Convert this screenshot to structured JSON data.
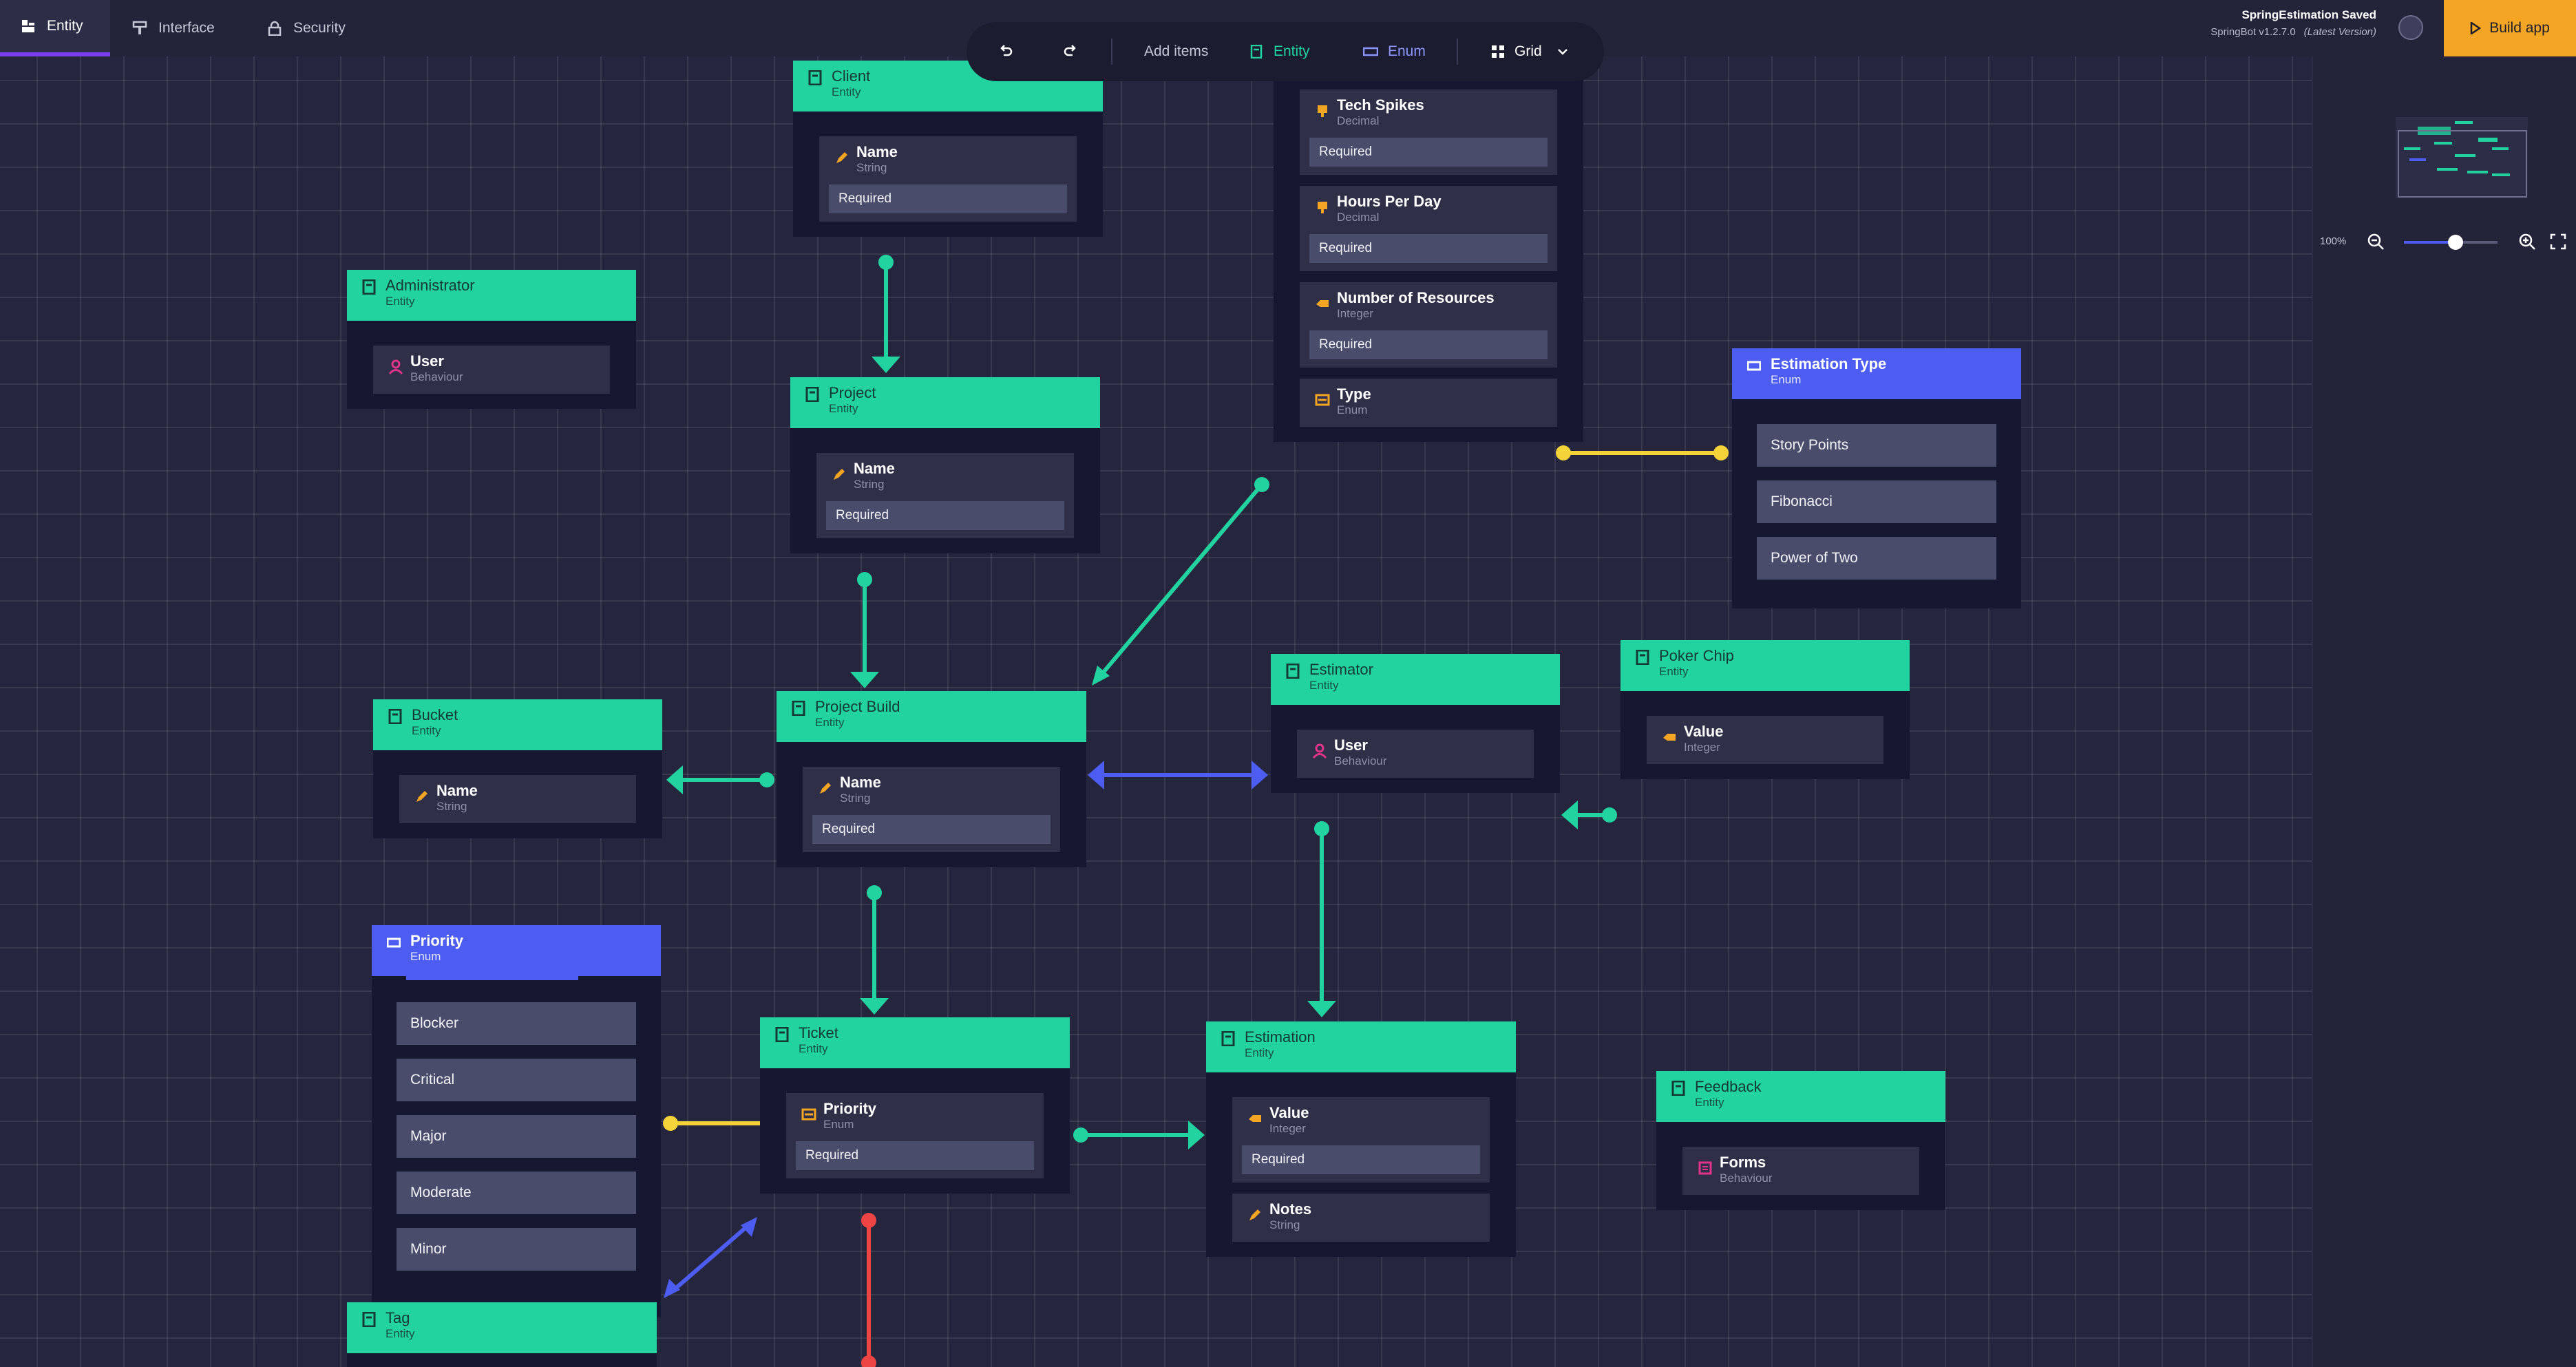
{
  "tabs": [
    {
      "label": "Entity",
      "icon": "entity-icon",
      "active": true
    },
    {
      "label": "Interface",
      "icon": "brush-icon",
      "active": false
    },
    {
      "label": "Security",
      "icon": "lock-icon",
      "active": false
    }
  ],
  "toolbar": {
    "add_items": "Add items",
    "entity": "Entity",
    "enum": "Enum",
    "grid": "Grid"
  },
  "status": {
    "saved": "SpringEstimation Saved",
    "version": "SpringBot v1.2.7.0",
    "latest": "(Latest Version)"
  },
  "build_label": "Build app",
  "zoom": {
    "label": "100%",
    "level": 0.55
  },
  "colors": {
    "entity": "#22d3a0",
    "enum": "#4d5cf1",
    "link_green": "#22d3a0",
    "link_blue": "#4d5cf1",
    "link_yellow": "#f3d23a",
    "link_red": "#ef4444",
    "build": "#f5a524"
  },
  "nodes": {
    "client": {
      "title": "Client",
      "type": "Entity",
      "fields": [
        {
          "name": "Name",
          "type": "String",
          "required": "Required",
          "icon": "pencil-icon"
        }
      ]
    },
    "administrator": {
      "title": "Administrator",
      "type": "Entity",
      "fields": [
        {
          "name": "User",
          "type": "Behaviour",
          "icon": "user-icon"
        }
      ]
    },
    "project": {
      "title": "Project",
      "type": "Entity",
      "fields": [
        {
          "name": "Name",
          "type": "String",
          "required": "Required",
          "icon": "pencil-icon"
        }
      ]
    },
    "spikes": {
      "fields": [
        {
          "name": "Tech Spikes",
          "type": "Decimal",
          "required": "Required",
          "icon": "decimal-icon"
        },
        {
          "name": "Hours Per Day",
          "type": "Decimal",
          "required": "Required",
          "icon": "decimal-icon"
        },
        {
          "name": "Number of Resources",
          "type": "Integer",
          "required": "Required",
          "icon": "integer-icon"
        },
        {
          "name": "Type",
          "type": "Enum",
          "icon": "enum-icon"
        }
      ]
    },
    "estimation_type": {
      "title": "Estimation Type",
      "type": "Enum",
      "items": [
        "Story Points",
        "Fibonacci",
        "Power of Two"
      ]
    },
    "project_build": {
      "title": "Project Build",
      "type": "Entity",
      "fields": [
        {
          "name": "Name",
          "type": "String",
          "required": "Required",
          "icon": "pencil-icon"
        }
      ]
    },
    "bucket": {
      "title": "Bucket",
      "type": "Entity",
      "fields": [
        {
          "name": "Name",
          "type": "String",
          "icon": "pencil-icon"
        }
      ]
    },
    "estimator": {
      "title": "Estimator",
      "type": "Entity",
      "fields": [
        {
          "name": "User",
          "type": "Behaviour",
          "icon": "user-icon"
        }
      ]
    },
    "poker_chip": {
      "title": "Poker Chip",
      "type": "Entity",
      "fields": [
        {
          "name": "Value",
          "type": "Integer",
          "icon": "integer-icon"
        }
      ]
    },
    "priority": {
      "title": "Priority",
      "type": "Enum",
      "items": [
        "Blocker",
        "Critical",
        "Major",
        "Moderate",
        "Minor"
      ]
    },
    "ticket": {
      "title": "Ticket",
      "type": "Entity",
      "fields": [
        {
          "name": "Priority",
          "type": "Enum",
          "required": "Required",
          "icon": "enum-icon"
        }
      ]
    },
    "estimation": {
      "title": "Estimation",
      "type": "Entity",
      "fields": [
        {
          "name": "Value",
          "type": "Integer",
          "required": "Required",
          "icon": "integer-icon"
        },
        {
          "name": "Notes",
          "type": "String",
          "icon": "pencil-icon"
        }
      ]
    },
    "feedback": {
      "title": "Feedback",
      "type": "Entity",
      "fields": [
        {
          "name": "Forms",
          "type": "Behaviour",
          "icon": "forms-icon"
        }
      ]
    },
    "tag": {
      "title": "Tag",
      "type": "Entity"
    }
  }
}
